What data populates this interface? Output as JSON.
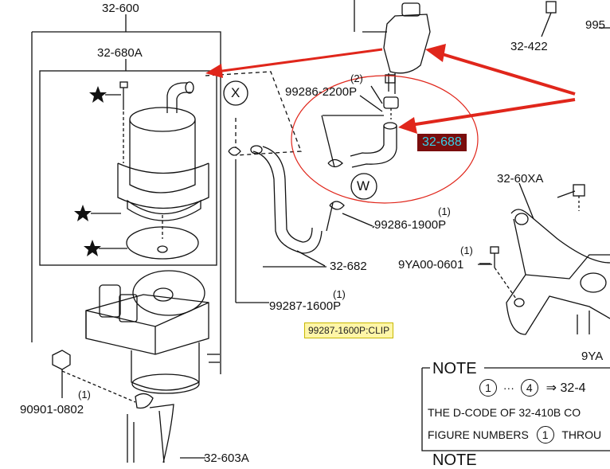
{
  "labels": {
    "p32_600": "32-600",
    "p32_680a": "32-680A",
    "p99286_2200p": "99286-2200P",
    "p99286_2200p_qty": "(2)",
    "p32_688": "32-688",
    "p32_60xa": "32-60XA",
    "p99286_1900p": "99286-1900P",
    "p99286_1900p_qty": "(1)",
    "p32_682": "32-682",
    "p9ya00_0601": "9YA00-0601",
    "p9ya00_0601_qty": "(1)",
    "p99287_1600p": "99287-1600P",
    "p99287_1600p_qty": "(1)",
    "p90901_0802": "90901-0802",
    "p90901_0802_qty": "(1)",
    "p32_603a": "32-603A",
    "p32_422": "32-422",
    "p995_partial": "995",
    "p9ya_partial": "9YA",
    "marker_x": "X",
    "marker_w": "W"
  },
  "clip_tag": "99287-1600P:CLIP",
  "note": {
    "title": "NOTE",
    "line1_c1": "1",
    "line1_mid": "···",
    "line1_c2": "4",
    "line1_tail": "⇒ 32-4",
    "line2": "THE D-CODE OF  32-410B  CO",
    "line3_head": "FIGURE NUMBERS",
    "line3_c": "1",
    "line3_tail": "THROU",
    "title2": "NOTE"
  },
  "colors": {
    "highlight_bg": "#7a0d0d",
    "highlight_text": "#35d0e8",
    "annotation": "#e0261b",
    "tag_bg": "#fff6a8"
  }
}
